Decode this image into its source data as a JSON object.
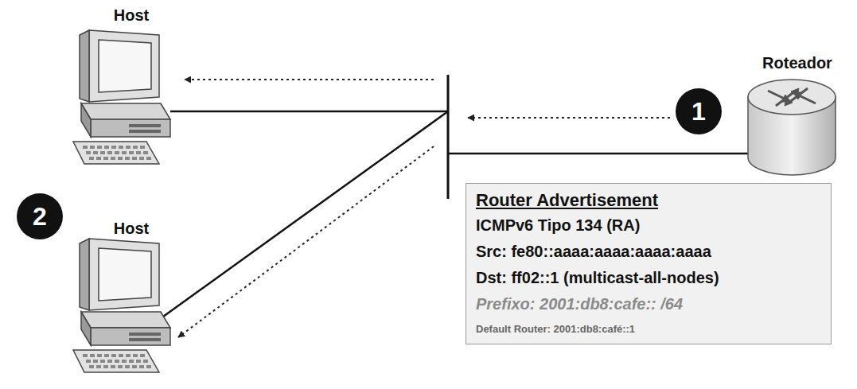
{
  "diagram": {
    "nodes": [
      {
        "text": [
          "Router Advertisement",
          "ICMPv6 Tipo 134 (RA)",
          "Src: fe80::aaaa:aaaa:aaaa:aaaa",
          "Dst: ff02::1 (multicast-all-nodes)",
          "Prefixo: 2001:db8:cafe:: /64",
          "Default Router: 2001:db8:café::1"
        ]
      },
      {
        "text": [
          "1"
        ]
      },
      {
        "text": [
          "2"
        ]
      }
    ],
    "labels": [
      "Host",
      "Host",
      "Roteador"
    ]
  }
}
